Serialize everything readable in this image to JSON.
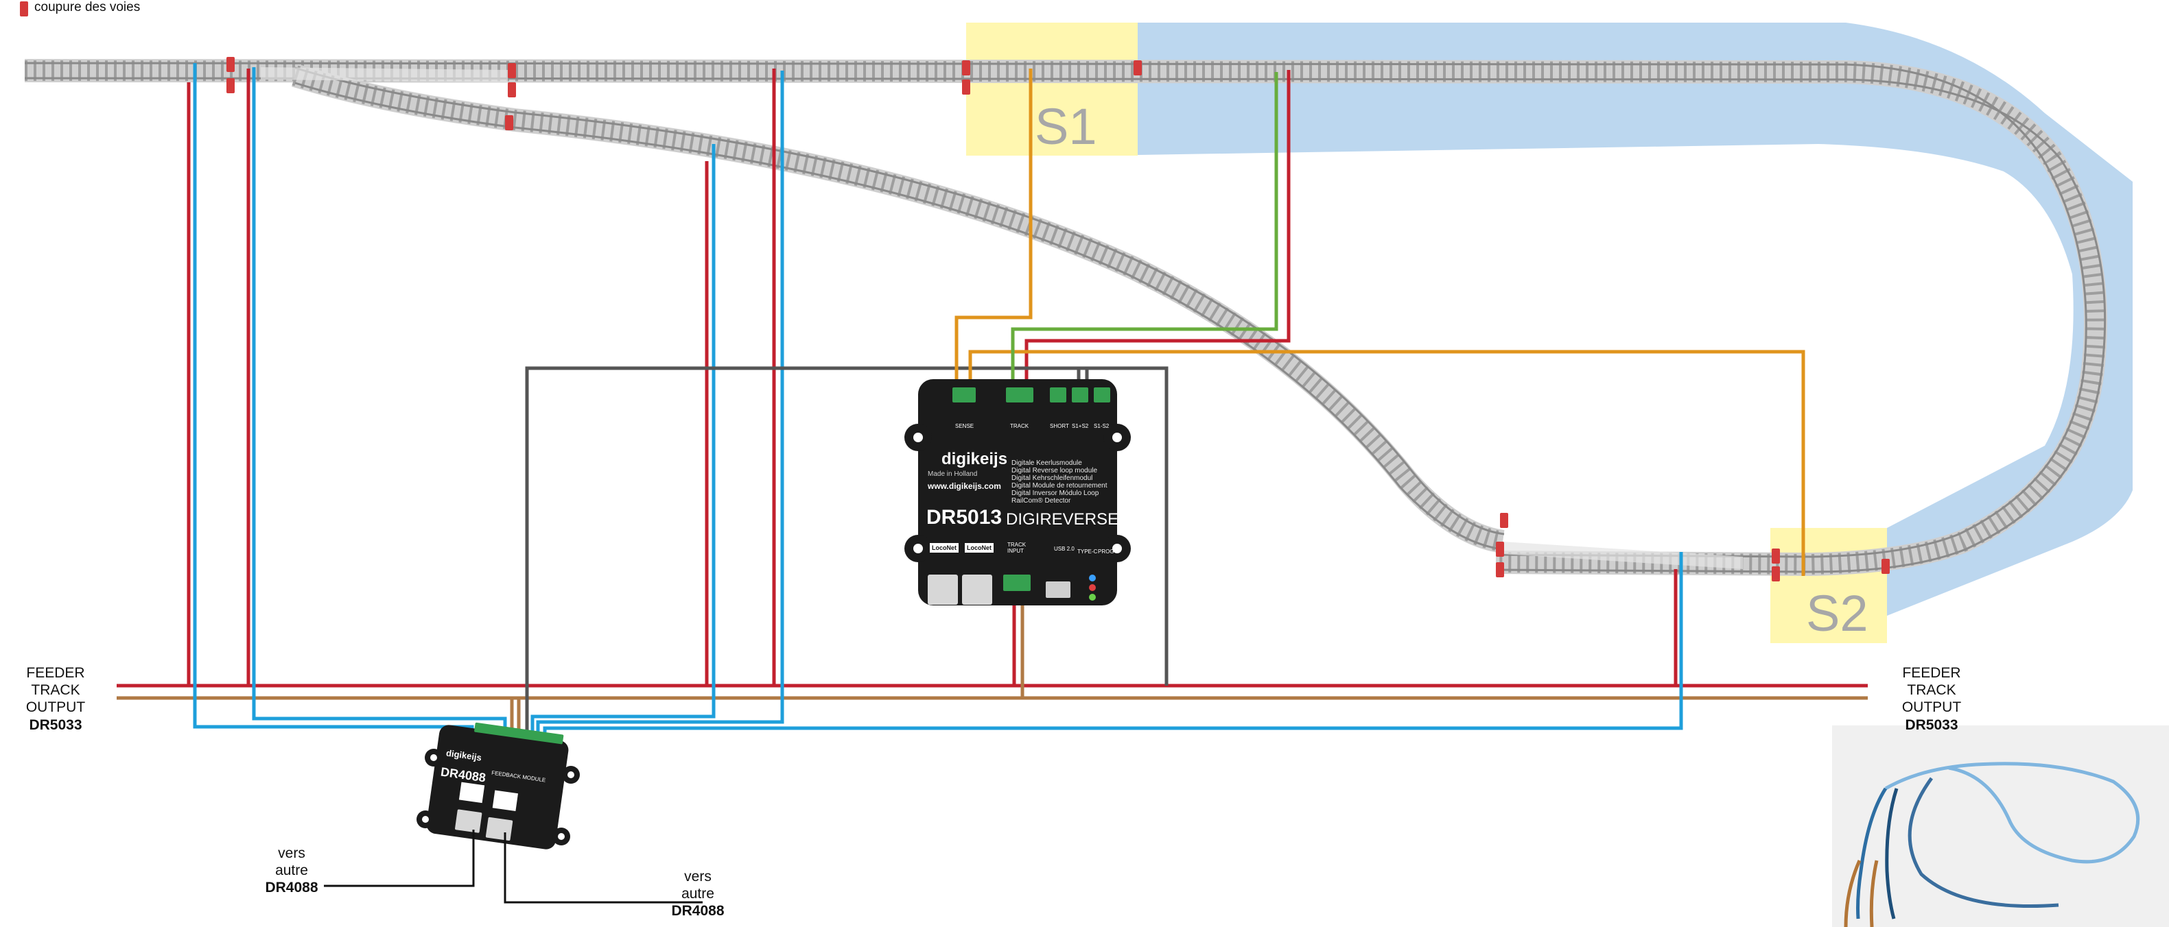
{
  "legend": {
    "swatch_color": "#d43a3a",
    "label": "coupure des voies"
  },
  "sections": {
    "s1": "S1",
    "s2": "S2",
    "s_color": "#fff7b0",
    "loop_color": "#bcd7ef"
  },
  "feeder_left": {
    "line1": "FEEDER",
    "line2": "TRACK OUTPUT",
    "line3": "DR5033"
  },
  "feeder_right": {
    "line1": "FEEDER",
    "line2": "TRACK OUTPUT",
    "line3": "DR5033"
  },
  "dr4088_note_1": {
    "line1": "vers",
    "line2": "autre",
    "line3": "DR4088"
  },
  "dr4088_note_2": {
    "line1": "vers",
    "line2": "autre",
    "line3": "DR4088"
  },
  "dr5013": {
    "brand": "digikeijs",
    "tagline": "Made in Holland",
    "url": "www.digikeijs.com",
    "model": "DR5013",
    "name": "DIGIREVERSE",
    "descriptions": [
      "Digitale Keerlusmodule",
      "Digital Reverse loop module",
      "Digital Kehrschleifenmodul",
      "Digital Module de retournement",
      "Digital Inversor Módulo Loop",
      "RailCom® Detector"
    ],
    "ports": {
      "sense": "SENSE",
      "track_top": "TRACK",
      "short": "SHORT",
      "s1s2": "S1+S2",
      "s1s2_b": "S1-S2",
      "track_input": "TRACK INPUT",
      "loconet1": "LocoNet",
      "loconet2": "LocoNet",
      "usb": "USB 2.0",
      "prog": "PROG",
      "type_c": "TYPE-C"
    }
  },
  "dr4088": {
    "brand": "digikeijs",
    "model": "DR4088",
    "sub": "FEEDBACK MODULE"
  },
  "wire_colors": {
    "red": "#c2202e",
    "blue": "#1e9fdb",
    "orange": "#e0941c",
    "green": "#68ad3d",
    "grey": "#555555",
    "brown": "#b07a45"
  }
}
